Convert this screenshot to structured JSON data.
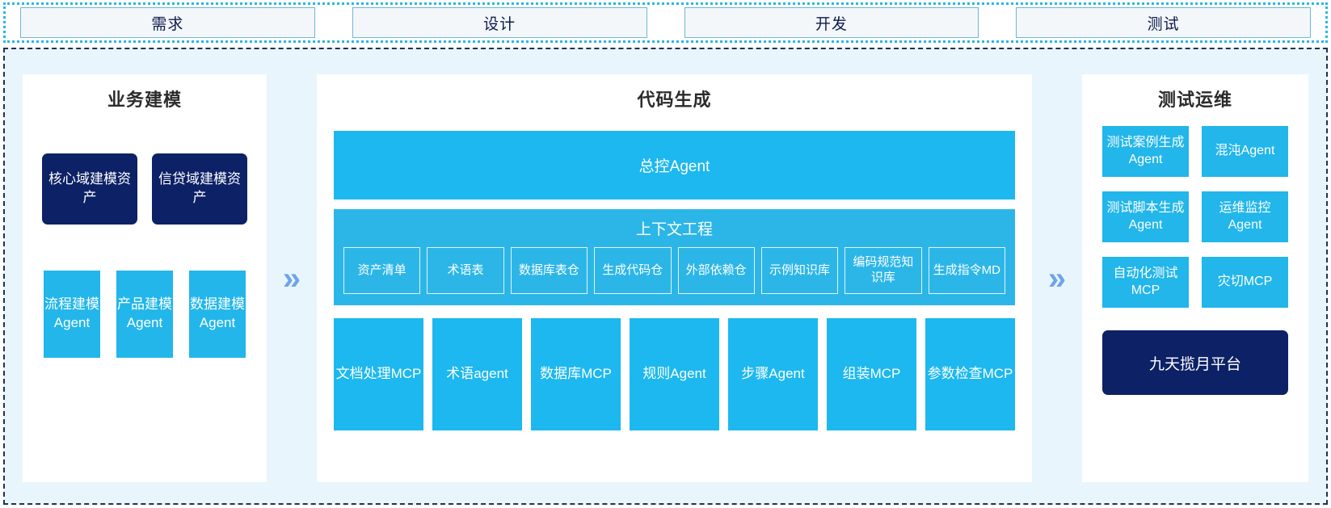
{
  "phases": {
    "items": [
      {
        "label": "需求"
      },
      {
        "label": "设计"
      },
      {
        "label": "开发"
      },
      {
        "label": "测试"
      }
    ]
  },
  "arrows": {
    "glyph": "»"
  },
  "left_panel": {
    "title": "业务建模",
    "assets": [
      {
        "label": "核心域建模资产"
      },
      {
        "label": "信贷域建模资产"
      }
    ],
    "agents": [
      {
        "label": "流程建模Agent"
      },
      {
        "label": "产品建模Agent"
      },
      {
        "label": "数据建模Agent"
      }
    ]
  },
  "center_panel": {
    "title": "代码生成",
    "controller": {
      "label": "总控Agent"
    },
    "context": {
      "title": "上下文工程",
      "items": [
        {
          "label": "资产清单"
        },
        {
          "label": "术语表"
        },
        {
          "label": "数据库表仓"
        },
        {
          "label": "生成代码仓"
        },
        {
          "label": "外部依赖仓"
        },
        {
          "label": "示例知识库"
        },
        {
          "label": "编码规范知识库"
        },
        {
          "label": "生成指令MD"
        }
      ]
    },
    "tools": [
      {
        "label": "文档处理MCP"
      },
      {
        "label": "术语agent"
      },
      {
        "label": "数据库MCP"
      },
      {
        "label": "规则Agent"
      },
      {
        "label": "步骤Agent"
      },
      {
        "label": "组装MCP"
      },
      {
        "label": "参数检查MCP"
      }
    ]
  },
  "right_panel": {
    "title": "测试运维",
    "items": [
      {
        "label": "测试案例生成Agent"
      },
      {
        "label": "混沌Agent"
      },
      {
        "label": "测试脚本生成Agent"
      },
      {
        "label": "运维监控Agent"
      },
      {
        "label": "自动化测试MCP"
      },
      {
        "label": "灾切MCP"
      }
    ],
    "platform": {
      "label": "九天揽月平台"
    }
  },
  "colors": {
    "accent_blue": "#1cb8ef",
    "agent_blue": "#22b6ea",
    "dark_navy": "#0c2166",
    "panel_bg": "#e8f5fd",
    "chevron": "#6fa4ea"
  }
}
